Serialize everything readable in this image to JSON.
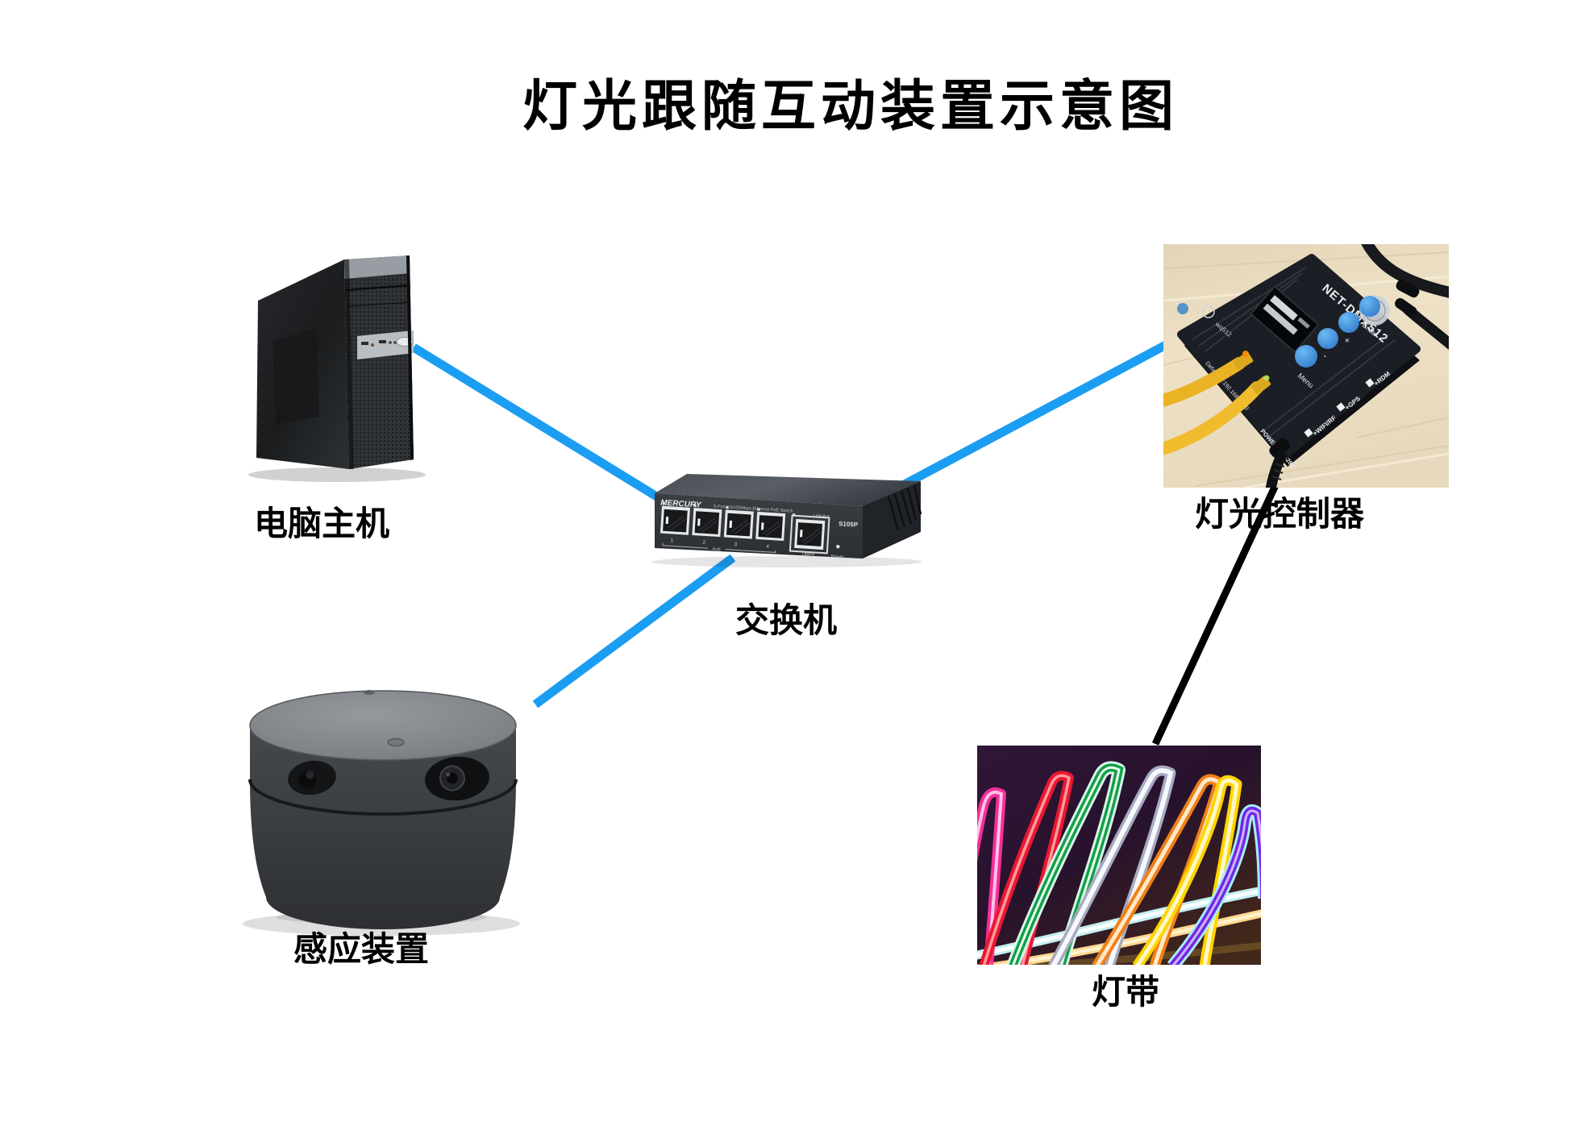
{
  "title": "灯光跟随互动装置示意图",
  "colors": {
    "link_blue": "#1b9df2",
    "link_black": "#000000"
  },
  "labels": {
    "computer": "电脑主机",
    "switch": "交换机",
    "controller": "灯光控制器",
    "sensor": "感应装置",
    "strip": "灯带"
  },
  "switch_device": {
    "brand": "MERCURY",
    "description": "5-Port 10/100Mbps Ethernet PoE Switch",
    "model": "S105P",
    "link_act": "Link/Act",
    "port_numbers": [
      "1",
      "2",
      "3",
      "4"
    ],
    "poe": "PoE",
    "uplink": "Uplink",
    "power": "Power"
  },
  "controller_device": {
    "model": "NET-DMX512",
    "logo": "wq512",
    "buttons": [
      "Menu",
      "-",
      "+",
      "Enter"
    ],
    "default_ip": "Default IP:192.168.1.220",
    "power": "POWER DC5-28V",
    "features": [
      "+WIFI/RF",
      "+GPS",
      "+RDM"
    ]
  }
}
